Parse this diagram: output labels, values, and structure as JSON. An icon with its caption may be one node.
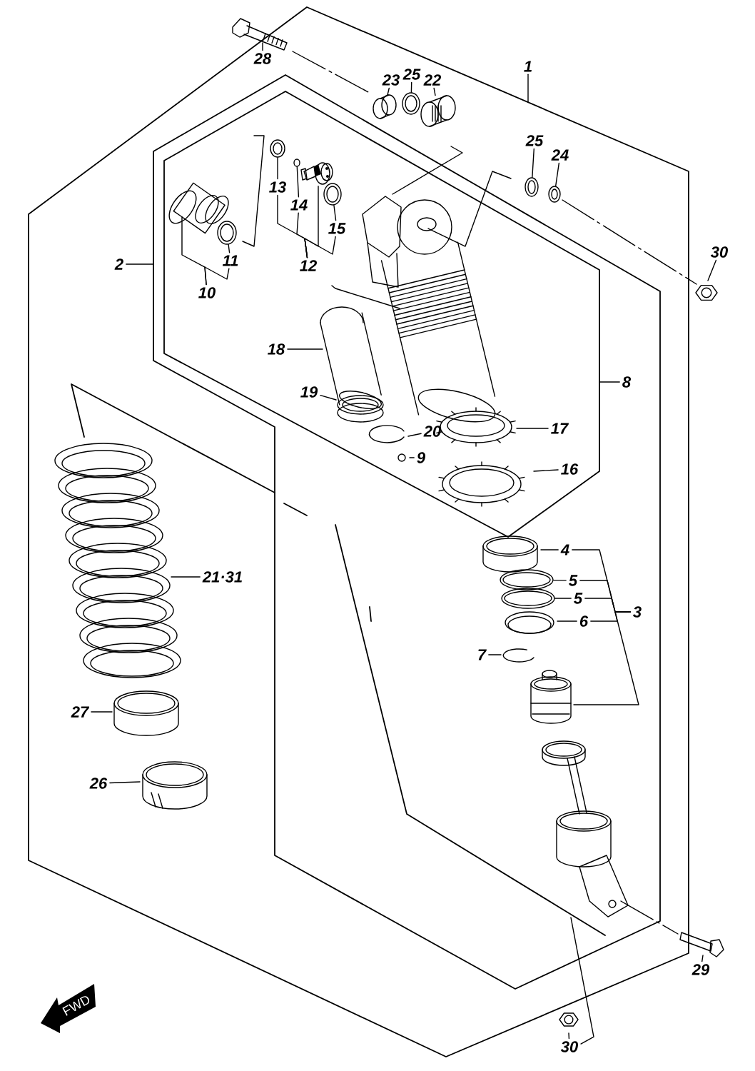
{
  "diagram": {
    "nodes": [
      {
        "text": [
          "28"
        ]
      },
      {
        "text": [
          "23"
        ]
      },
      {
        "text": [
          "25"
        ]
      },
      {
        "text": [
          "22"
        ]
      },
      {
        "text": [
          "1"
        ]
      },
      {
        "text": [
          "25"
        ]
      },
      {
        "text": [
          "24"
        ]
      },
      {
        "text": [
          "13"
        ]
      },
      {
        "text": [
          "14"
        ]
      },
      {
        "text": [
          "15"
        ]
      },
      {
        "text": [
          "12"
        ]
      },
      {
        "text": [
          "11"
        ]
      },
      {
        "text": [
          "10"
        ]
      },
      {
        "text": [
          "2"
        ]
      },
      {
        "text": [
          "30"
        ]
      },
      {
        "text": [
          "18"
        ]
      },
      {
        "text": [
          "19"
        ]
      },
      {
        "text": [
          "8"
        ]
      },
      {
        "text": [
          "20"
        ]
      },
      {
        "text": [
          "17"
        ]
      },
      {
        "text": [
          "9"
        ]
      },
      {
        "text": [
          "16"
        ]
      },
      {
        "text": [
          "4"
        ]
      },
      {
        "text": [
          "5"
        ]
      },
      {
        "text": [
          "5"
        ]
      },
      {
        "text": [
          "3"
        ]
      },
      {
        "text": [
          "6"
        ]
      },
      {
        "text": [
          "21·31"
        ]
      },
      {
        "text": [
          "7"
        ]
      },
      {
        "text": [
          "27"
        ]
      },
      {
        "text": [
          "26"
        ]
      },
      {
        "text": [
          "29"
        ]
      },
      {
        "text": [
          "30"
        ]
      },
      {
        "text": [],
        "shape": "picture"
      },
      {
        "text": [],
        "shape": "ring"
      },
      {
        "text": [],
        "shape": "picture"
      },
      {
        "text": [],
        "shape": "ring"
      },
      {
        "text": [],
        "shape": "ring"
      },
      {
        "text": [],
        "shape": "ring"
      },
      {
        "text": [],
        "shape": "ring"
      },
      {
        "text": [],
        "shape": "picture"
      },
      {
        "text": [],
        "shape": "ring"
      },
      {
        "text": [],
        "shape": "ring"
      },
      {
        "text": [],
        "shape": "ring"
      },
      {
        "text": [],
        "shape": "ring"
      }
    ],
    "edges": [
      {
        "from": 0,
        "to": null,
        "arrow": "none"
      },
      {
        "from": 1,
        "to": 33,
        "arrow": "none"
      },
      {
        "from": 2,
        "to": 34,
        "arrow": "none"
      },
      {
        "from": 3,
        "to": 35,
        "arrow": "none"
      },
      {
        "from": 4,
        "to": null,
        "arrow": "none"
      },
      {
        "from": 5,
        "to": 36,
        "arrow": "none"
      },
      {
        "from": 6,
        "to": 37,
        "arrow": "none"
      },
      {
        "from": 7,
        "to": 38,
        "arrow": "none"
      },
      {
        "from": 8,
        "to": 39,
        "arrow": "none"
      },
      {
        "from": 9,
        "to": 41,
        "arrow": "none"
      },
      {
        "from": 10,
        "to": 7,
        "arrow": "none"
      },
      {
        "from": 10,
        "to": 8,
        "arrow": "none"
      },
      {
        "from": 10,
        "to": 40,
        "arrow": "none"
      },
      {
        "from": 10,
        "to": 9,
        "arrow": "none"
      },
      {
        "from": 11,
        "to": 42,
        "arrow": "none"
      },
      {
        "from": 12,
        "to": null,
        "arrow": "none"
      },
      {
        "from": 12,
        "to": 11,
        "arrow": "none"
      },
      {
        "from": 13,
        "to": null,
        "arrow": "none"
      },
      {
        "from": 14,
        "to": null,
        "arrow": "none"
      },
      {
        "from": 15,
        "to": null,
        "arrow": "none"
      },
      {
        "from": 16,
        "to": null,
        "arrow": "none"
      },
      {
        "from": 17,
        "to": null,
        "arrow": "none"
      },
      {
        "from": 18,
        "to": null,
        "arrow": "none"
      },
      {
        "from": 19,
        "to": null,
        "arrow": "none"
      },
      {
        "from": 20,
        "to": null,
        "arrow": "none"
      },
      {
        "from": 21,
        "to": null,
        "arrow": "none"
      },
      {
        "from": 22,
        "to": null,
        "arrow": "none"
      },
      {
        "from": 23,
        "to": 43,
        "arrow": "none"
      },
      {
        "from": 24,
        "to": 44,
        "arrow": "none"
      },
      {
        "from": 25,
        "to": 22,
        "arrow": "none"
      },
      {
        "from": 25,
        "to": 23,
        "arrow": "none"
      },
      {
        "from": 25,
        "to": 24,
        "arrow": "none"
      },
      {
        "from": 25,
        "to": 26,
        "arrow": "none"
      },
      {
        "from": 25,
        "to": null,
        "arrow": "none"
      },
      {
        "from": 26,
        "to": null,
        "arrow": "none"
      },
      {
        "from": 27,
        "to": null,
        "arrow": "none"
      },
      {
        "from": 28,
        "to": null,
        "arrow": "none"
      },
      {
        "from": 29,
        "to": null,
        "arrow": "none"
      },
      {
        "from": 30,
        "to": null,
        "arrow": "none"
      },
      {
        "from": 31,
        "to": null,
        "arrow": "none"
      },
      {
        "from": 32,
        "to": null,
        "arrow": "none"
      }
    ],
    "labels": [
      "FWD"
    ]
  }
}
